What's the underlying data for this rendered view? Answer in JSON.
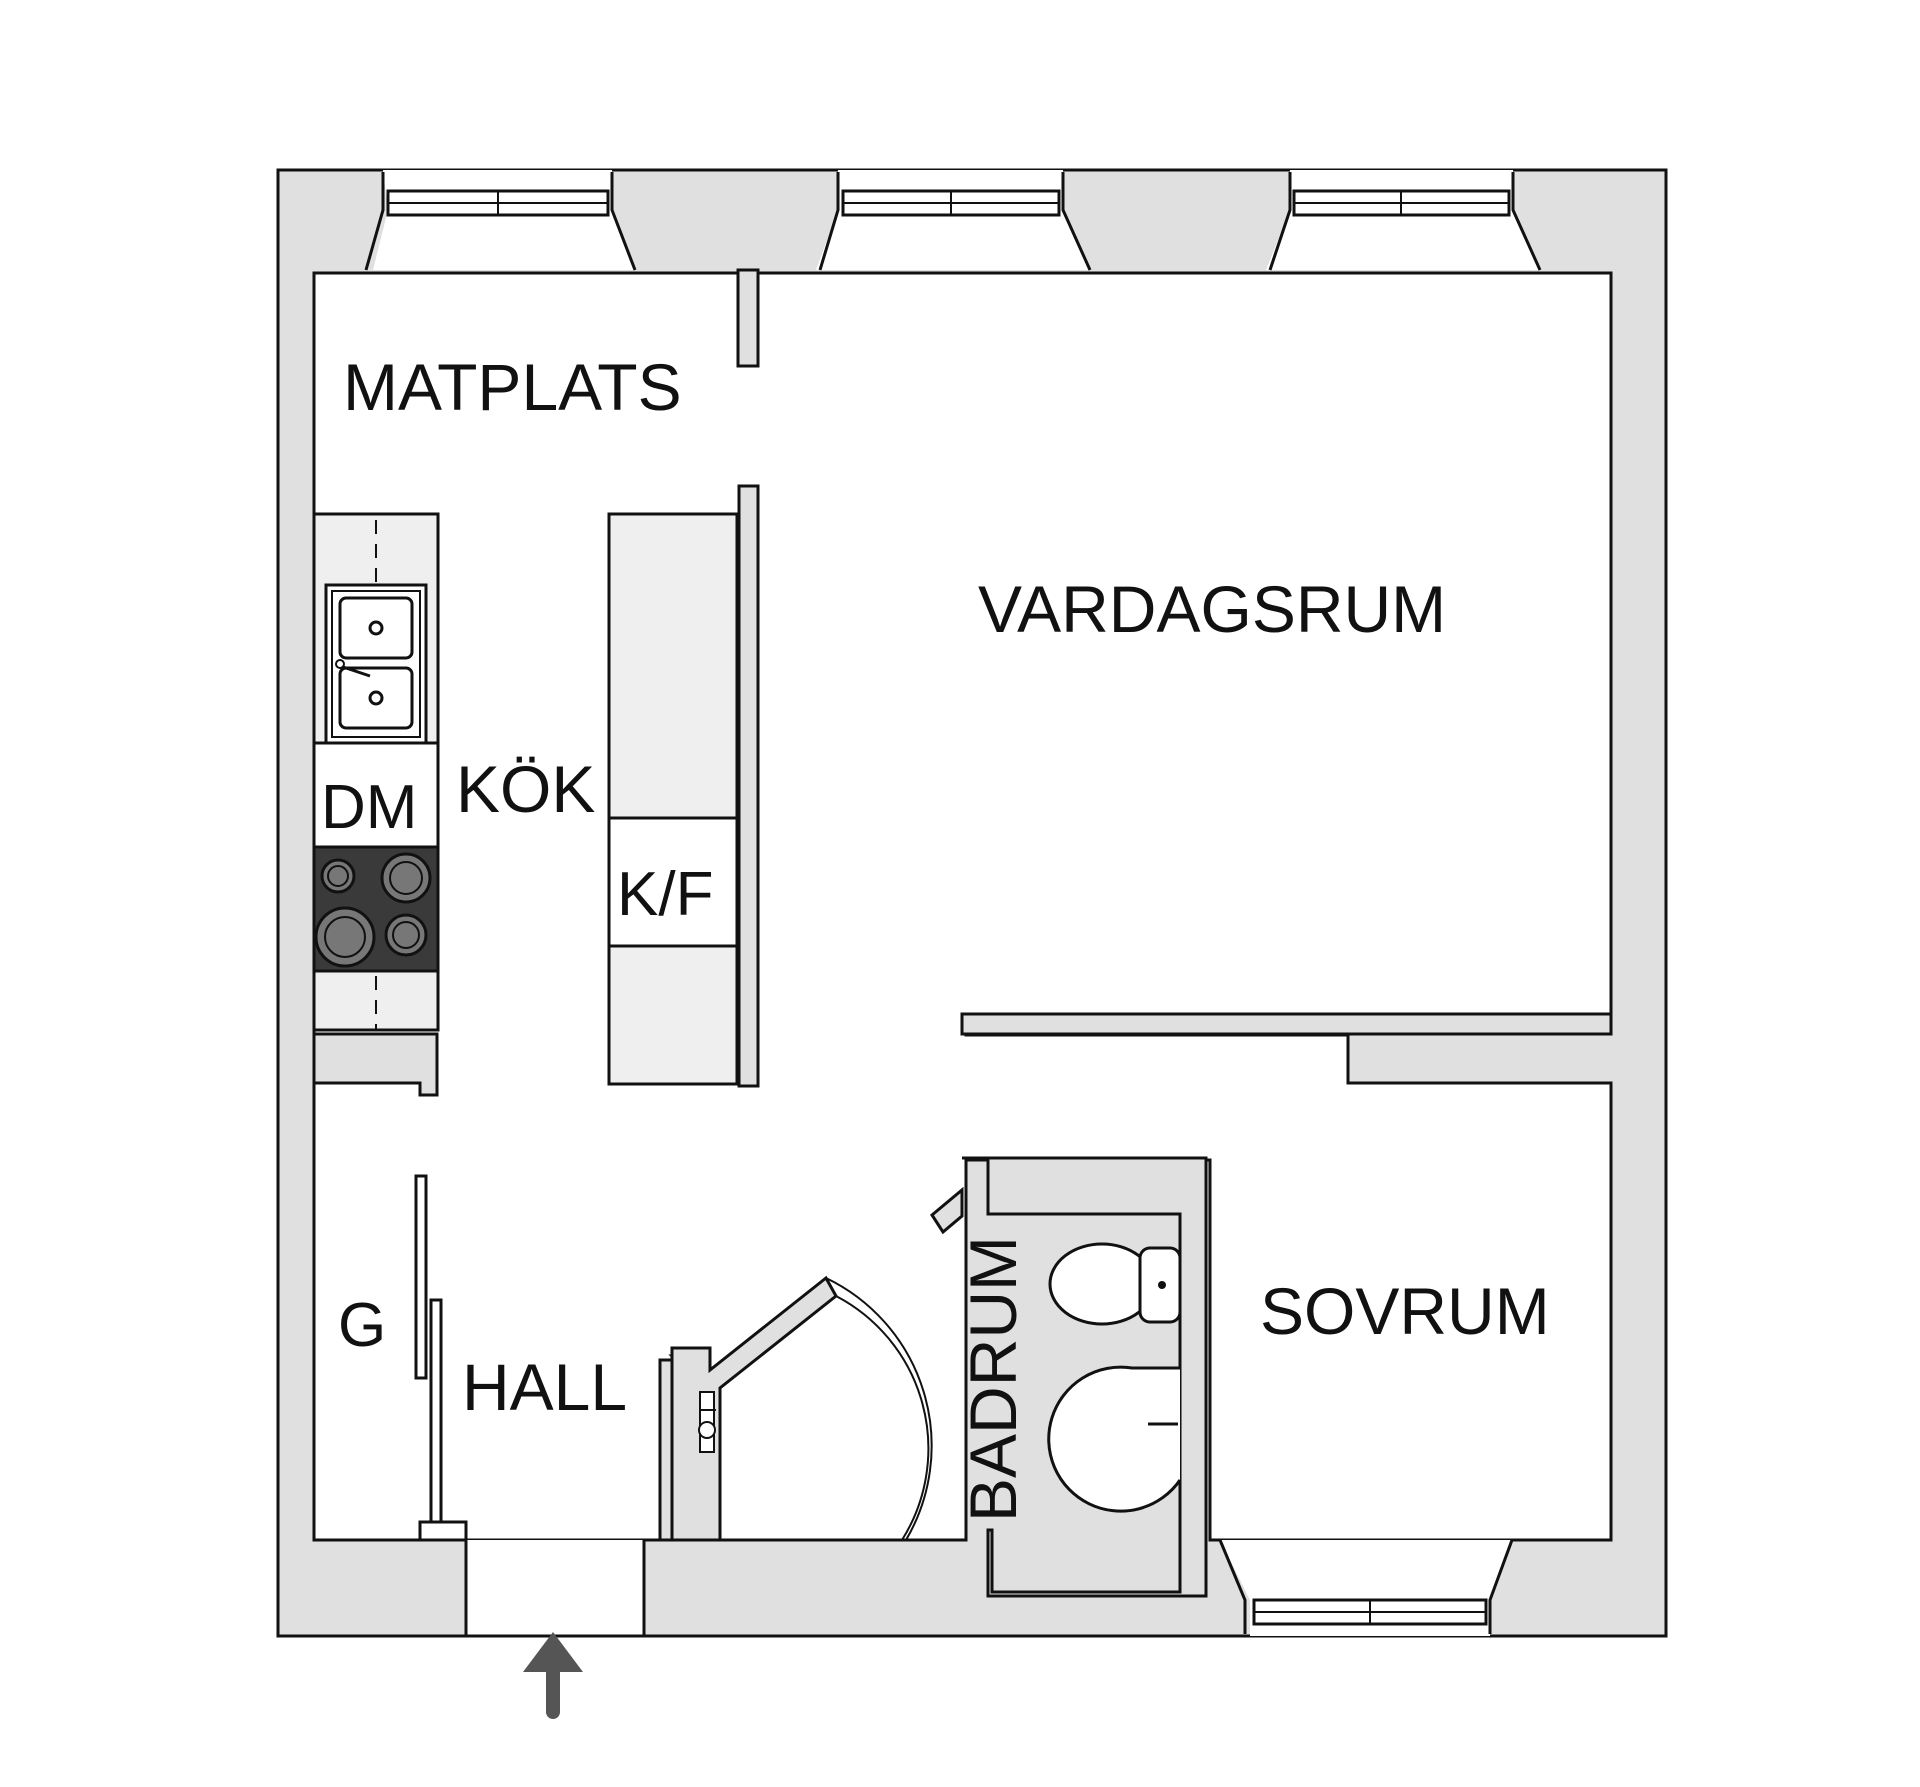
{
  "floorplan": {
    "rooms": {
      "matplats": "MATPLATS",
      "vardagsrum": "VARDAGSRUM",
      "kok": "KÖK",
      "sovrum": "SOVRUM",
      "hall": "HALL",
      "badrum": "BADRUM"
    },
    "fixtures": {
      "dishwasher": "DM",
      "fridge_freezer": "K/F",
      "wardrobe": "G"
    },
    "colors": {
      "wall_fill": "#e0e0e0",
      "line": "#111111",
      "stove": "#3a3a3a",
      "entrance_arrow": "#555555"
    }
  }
}
